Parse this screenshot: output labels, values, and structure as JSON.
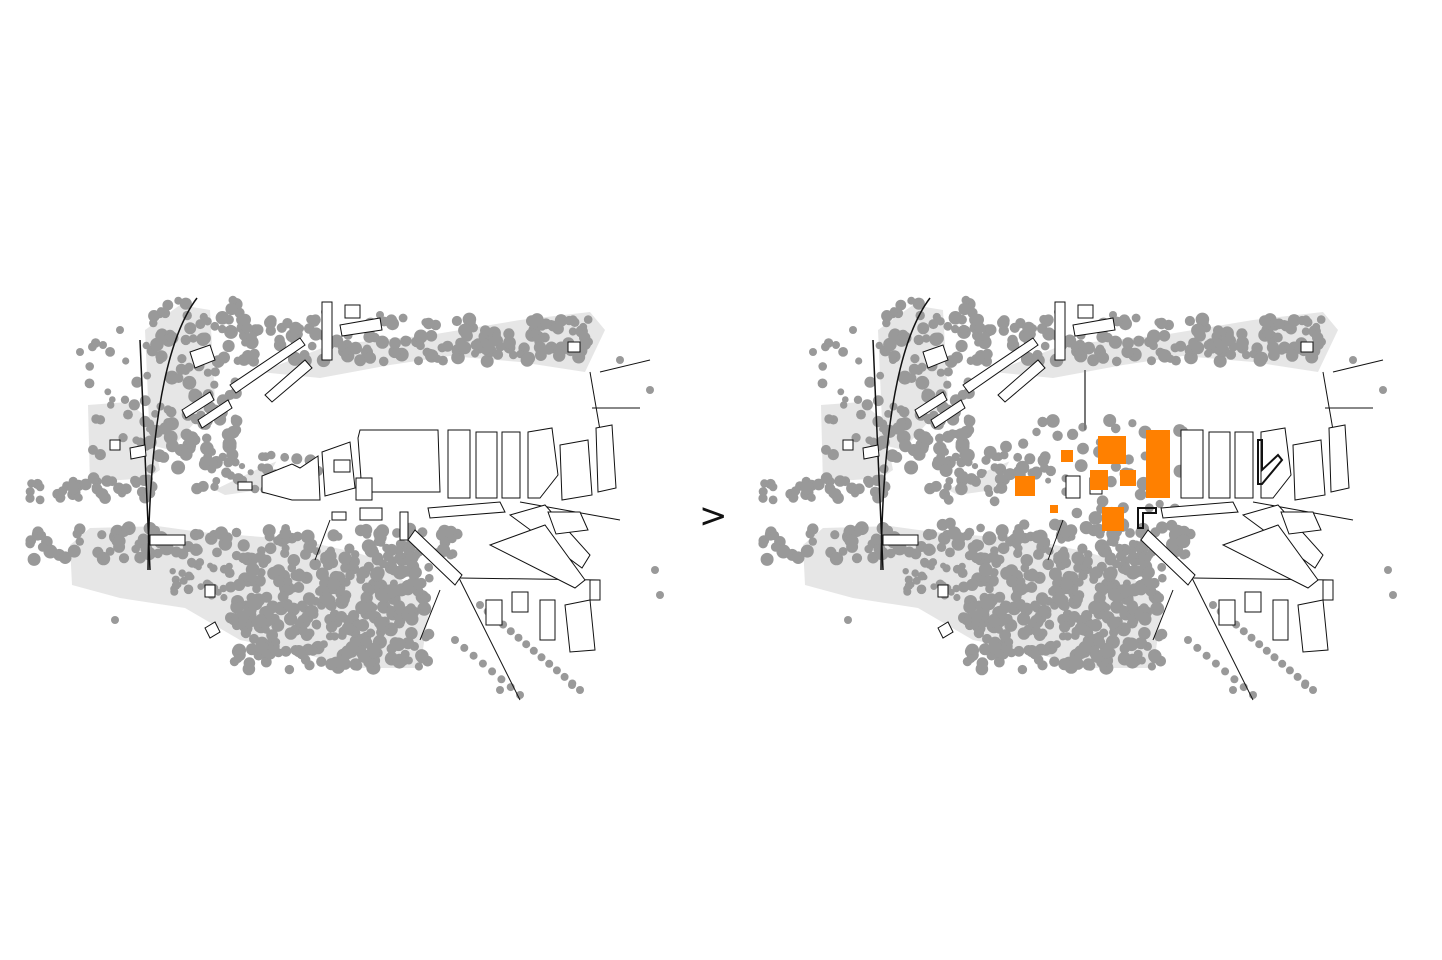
{
  "diagram": {
    "panels": [
      {
        "id": "existing",
        "name": "existing-site-plan"
      },
      {
        "id": "proposed",
        "name": "proposed-site-plan"
      }
    ],
    "transition_symbol": ">",
    "colors": {
      "background": "#ffffff",
      "tree": "#999999",
      "green_area": "#e6e6e6",
      "building_stroke": "#111111",
      "building_fill": "#ffffff",
      "new_building": "#ff8000",
      "water": "#ffffff"
    }
  }
}
